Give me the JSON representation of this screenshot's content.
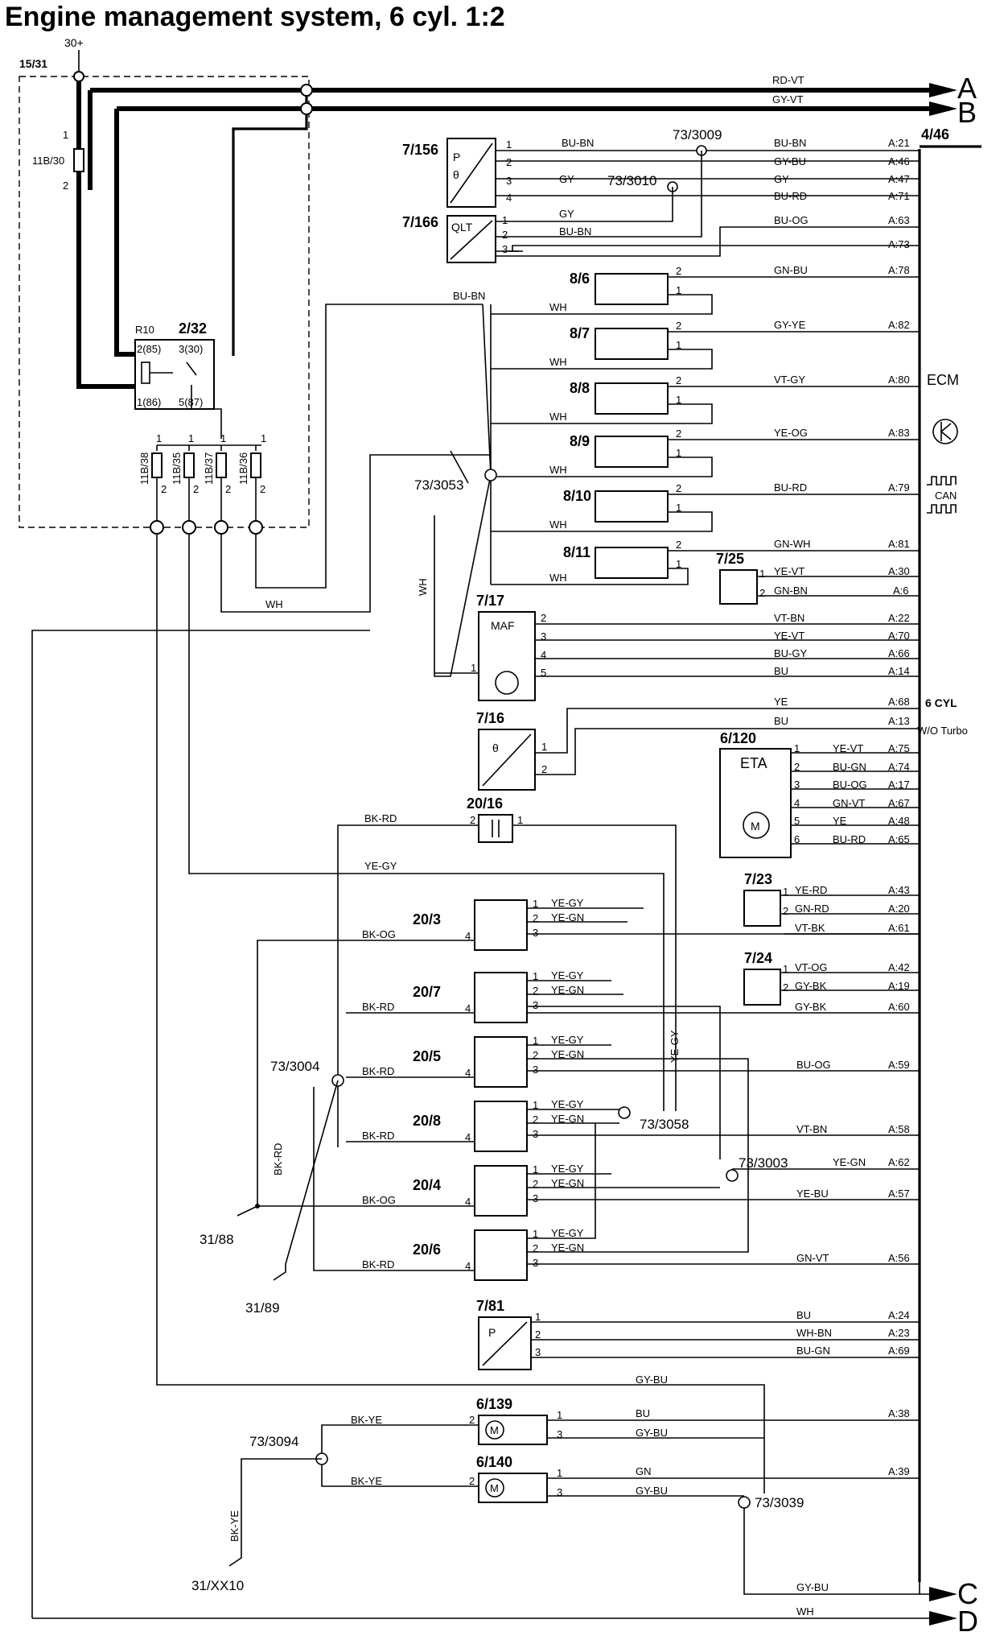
{
  "title": "Engine management system, 6 cyl. 1:2",
  "colors": {
    "line": "#000000",
    "background": "#ffffff"
  },
  "top": {
    "feed_30": "30+",
    "feed_15_31": "15/31"
  },
  "bus_wires": [
    {
      "color": "RD-VT",
      "label": "A"
    },
    {
      "color": "GY-VT",
      "label": "B"
    },
    {
      "color": "GY-BU",
      "label": "C"
    },
    {
      "color": "WH",
      "label": "D"
    }
  ],
  "ecm": {
    "id": "4/46",
    "label": "ECM",
    "six_cyl": "6 CYL",
    "wo_turbo": "W/O Turbo",
    "can": "CAN"
  },
  "relay": {
    "id": "2/32",
    "name": "R10",
    "pins": [
      "2(85)",
      "3(30)",
      "1(86)",
      "5(87)"
    ]
  },
  "fuse_main": {
    "id": "11B/30",
    "pins": [
      "1",
      "2"
    ]
  },
  "fuses": [
    {
      "id": "11B/38",
      "p1": "1",
      "p2": "2"
    },
    {
      "id": "11B/35",
      "p1": "1",
      "p2": "2"
    },
    {
      "id": "11B/37",
      "p1": "1",
      "p2": "2"
    },
    {
      "id": "11B/36",
      "p1": "1",
      "p2": "2"
    }
  ],
  "map_sensor": {
    "id": "7/156",
    "sym_p": "P",
    "sym_t": "θ",
    "wires": [
      {
        "pin": "1",
        "color": "BU-BN",
        "ecm_color": "BU-BN",
        "ecm_pin": "A:21"
      },
      {
        "pin": "2",
        "color": "",
        "ecm_color": "GY-BU",
        "ecm_pin": "A:46"
      },
      {
        "pin": "3",
        "color": "GY",
        "ecm_color": "GY",
        "ecm_pin": "A:47"
      },
      {
        "pin": "4",
        "color": "",
        "ecm_color": "BU-RD",
        "ecm_pin": "A:71"
      }
    ]
  },
  "splice_3009": "73/3009",
  "splice_3010": "73/3010",
  "qlt_sensor": {
    "id": "7/166",
    "sym": "QLT",
    "wires": [
      {
        "pin": "1",
        "color": "GY"
      },
      {
        "pin": "2",
        "color": "BU-BN"
      },
      {
        "pin": "3",
        "color": ""
      }
    ]
  },
  "ecm_extra": [
    {
      "color": "BU-OG",
      "pin": "A:63"
    },
    {
      "color": "",
      "pin": "A:73"
    }
  ],
  "bu_bn_label": "BU-BN",
  "injectors": [
    {
      "id": "8/6",
      "color": "GN-BU",
      "ecm_pin": "A:78",
      "wh": "WH",
      "p2": "2",
      "p1": "1"
    },
    {
      "id": "8/7",
      "color": "GY-YE",
      "ecm_pin": "A:82",
      "wh": "WH",
      "p2": "2",
      "p1": "1"
    },
    {
      "id": "8/8",
      "color": "VT-GY",
      "ecm_pin": "A:80",
      "wh": "WH",
      "p2": "2",
      "p1": "1"
    },
    {
      "id": "8/9",
      "color": "YE-OG",
      "ecm_pin": "A:83",
      "wh": "WH",
      "p2": "2",
      "p1": "1"
    },
    {
      "id": "8/10",
      "color": "BU-RD",
      "ecm_pin": "A:79",
      "wh": "WH",
      "p2": "2",
      "p1": "1"
    },
    {
      "id": "8/11",
      "color": "GN-WH",
      "ecm_pin": "A:81",
      "wh": "WH",
      "p2": "2",
      "p1": "1"
    }
  ],
  "splice_3053": "73/3053",
  "wh_labels": {
    "vertical": "WH",
    "bottom": "WH"
  },
  "knock_725": {
    "id": "7/25",
    "wires": [
      {
        "pin": "1",
        "color": "YE-VT",
        "ecm_pin": "A:30"
      },
      {
        "pin": "2",
        "color": "GN-BN",
        "ecm_pin": "A:6"
      }
    ]
  },
  "maf": {
    "id": "7/17",
    "sym": "MAF",
    "wires": [
      {
        "pin": "2",
        "color": "VT-BN",
        "ecm_pin": "A:22"
      },
      {
        "pin": "3",
        "color": "YE-VT",
        "ecm_pin": "A:70"
      },
      {
        "pin": "4",
        "color": "BU-GY",
        "ecm_pin": "A:66"
      },
      {
        "pin": "5",
        "color": "BU",
        "ecm_pin": "A:14"
      },
      {
        "pin": "1",
        "color": "",
        "ecm_pin": ""
      }
    ]
  },
  "temp_716": {
    "id": "7/16",
    "sym": "θ",
    "wires": [
      {
        "pin": "1",
        "color": "YE",
        "ecm_pin": "A:68"
      },
      {
        "pin": "2",
        "color": "BU",
        "ecm_pin": "A:13"
      }
    ]
  },
  "eta": {
    "id": "6/120",
    "sym": "ETA",
    "wires": [
      {
        "pin": "1",
        "color": "YE-VT",
        "ecm_pin": "A:75"
      },
      {
        "pin": "2",
        "color": "BU-GN",
        "ecm_pin": "A:74"
      },
      {
        "pin": "3",
        "color": "BU-OG",
        "ecm_pin": "A:17"
      },
      {
        "pin": "4",
        "color": "GN-VT",
        "ecm_pin": "A:67"
      },
      {
        "pin": "5",
        "color": "YE",
        "ecm_pin": "A:48"
      },
      {
        "pin": "6",
        "color": "BU-RD",
        "ecm_pin": "A:65"
      }
    ]
  },
  "cap_2016": {
    "id": "20/16",
    "p2": "2",
    "p1": "1",
    "bk_rd": "BK-RD"
  },
  "ye_gy_top": "YE-GY",
  "ye_gy_vert": "YE-GY",
  "pedal_723": {
    "id": "7/23",
    "wires": [
      {
        "pin": "1",
        "color": "YE-RD",
        "ecm_pin": "A:43"
      },
      {
        "pin": "2",
        "color": "GN-RD",
        "ecm_pin": "A:20"
      },
      {
        "pin": "",
        "color": "VT-BK",
        "ecm_pin": "A:61"
      }
    ]
  },
  "pedal_724": {
    "id": "7/24",
    "wires": [
      {
        "pin": "1",
        "color": "VT-OG",
        "ecm_pin": "A:42"
      },
      {
        "pin": "2",
        "color": "GY-BK",
        "ecm_pin": "A:19"
      },
      {
        "pin": "",
        "color": "GY-BK",
        "ecm_pin": "A:60"
      }
    ]
  },
  "coils": [
    {
      "id": "20/3",
      "ground": "BK-OG",
      "p1": "YE-GY",
      "p2": "YE-GN",
      "pins": [
        "1",
        "2",
        "3",
        "4"
      ]
    },
    {
      "id": "20/7",
      "ground": "BK-RD",
      "p1": "YE-GY",
      "p2": "YE-GN",
      "pins": [
        "1",
        "2",
        "3",
        "4"
      ]
    },
    {
      "id": "20/5",
      "ground": "BK-RD",
      "p1": "YE-GY",
      "p2": "YE-GN",
      "pins": [
        "1",
        "2",
        "3",
        "4"
      ]
    },
    {
      "id": "20/8",
      "ground": "BK-RD",
      "p1": "YE-GY",
      "p2": "YE-GN",
      "pins": [
        "1",
        "2",
        "3",
        "4"
      ]
    },
    {
      "id": "20/4",
      "ground": "BK-OG",
      "p1": "YE-GY",
      "p2": "YE-GN",
      "pins": [
        "1",
        "2",
        "3",
        "4"
      ]
    },
    {
      "id": "20/6",
      "ground": "BK-RD",
      "p1": "YE-GY",
      "p2": "YE-GN",
      "pins": [
        "1",
        "2",
        "3",
        "4"
      ]
    }
  ],
  "coil_ecm": [
    {
      "color": "BU-OG",
      "pin": "A:59"
    },
    {
      "color": "VT-BN",
      "pin": "A:58"
    },
    {
      "color": "YE-GN",
      "pin": "A:62"
    },
    {
      "color": "YE-BU",
      "pin": "A:57"
    },
    {
      "color": "GN-VT",
      "pin": "A:56"
    }
  ],
  "splices": {
    "s3004": "73/3004",
    "s3058": "73/3058",
    "s3003": "73/3003",
    "s3094": "73/3094",
    "s3039": "73/3039"
  },
  "grounds": {
    "g88": "31/88",
    "g89": "31/89",
    "gxx10": "31/XX10"
  },
  "vertical_labels": {
    "bk_rd": "BK-RD",
    "bk_ye": "BK-YE"
  },
  "p_781": {
    "id": "7/81",
    "sym": "P",
    "wires": [
      {
        "pin": "1",
        "color": "BU",
        "ecm_pin": "A:24"
      },
      {
        "pin": "2",
        "color": "WH-BN",
        "ecm_pin": "A:23"
      },
      {
        "pin": "3",
        "color": "BU-GN",
        "ecm_pin": "A:69"
      }
    ]
  },
  "gy_bu_top": "GY-BU",
  "motor_6139": {
    "id": "6/139",
    "bk_ye": "BK-YE",
    "pins": [
      "2",
      "1",
      "3"
    ],
    "wires": [
      {
        "color": "BU",
        "ecm_pin": "A:38"
      },
      {
        "color": "GY-BU",
        "ecm_pin": ""
      }
    ]
  },
  "motor_6140": {
    "id": "6/140",
    "bk_ye": "BK-YE",
    "pins": [
      "2",
      "1",
      "3"
    ],
    "wires": [
      {
        "color": "GN",
        "ecm_pin": "A:39"
      },
      {
        "color": "GY-BU",
        "ecm_pin": ""
      }
    ]
  },
  "bottom": {
    "gy_bu": "GY-BU",
    "wh": "WH"
  }
}
